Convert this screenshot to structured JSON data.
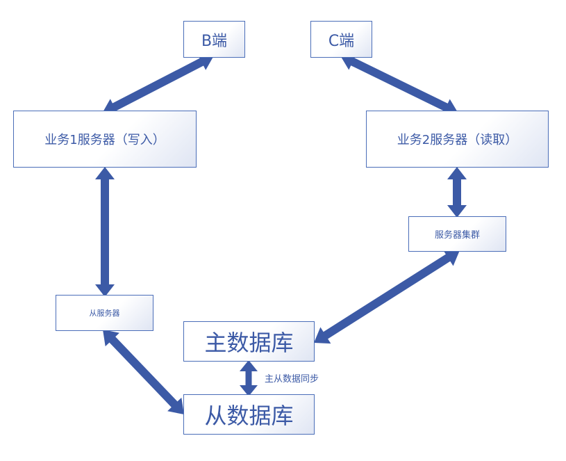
{
  "nodes": {
    "b_client": "B端",
    "c_client": "C端",
    "biz_server_1": "业务1服务器（写入）",
    "biz_server_2": "业务2服务器（读取）",
    "server_cluster": "服务器集群",
    "slave_server": "从服务器",
    "master_db": "主数据库",
    "slave_db": "从数据库"
  },
  "edge_labels": {
    "master_slave_sync": "主从数据同步"
  },
  "colors": {
    "accent": "#3c5aa6",
    "border": "#4a6db8"
  }
}
